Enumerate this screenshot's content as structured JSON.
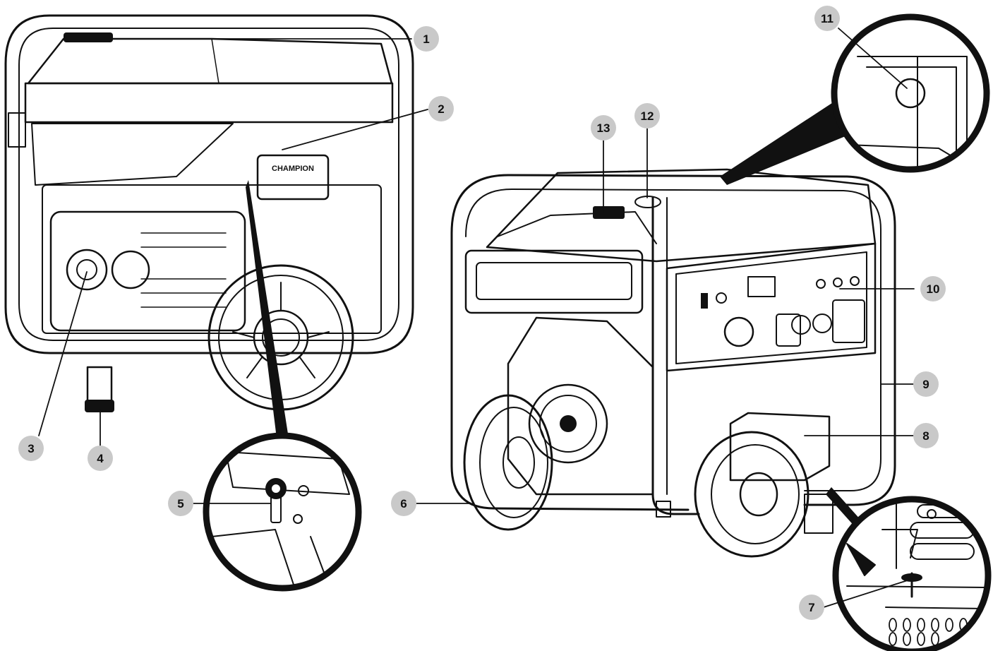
{
  "diagram": {
    "style": {
      "callout_fill": "#c9c9c9",
      "ink": "#111111",
      "background": "#ffffff"
    },
    "callouts": [
      {
        "id": 1,
        "label": "1"
      },
      {
        "id": 2,
        "label": "2"
      },
      {
        "id": 3,
        "label": "3"
      },
      {
        "id": 4,
        "label": "4"
      },
      {
        "id": 5,
        "label": "5"
      },
      {
        "id": 6,
        "label": "6"
      },
      {
        "id": 7,
        "label": "7"
      },
      {
        "id": 8,
        "label": "8"
      },
      {
        "id": 9,
        "label": "9"
      },
      {
        "id": 10,
        "label": "10"
      },
      {
        "id": 11,
        "label": "11"
      },
      {
        "id": 12,
        "label": "12"
      },
      {
        "id": 13,
        "label": "13"
      }
    ],
    "engine_brand_text": "CHAMPION"
  }
}
